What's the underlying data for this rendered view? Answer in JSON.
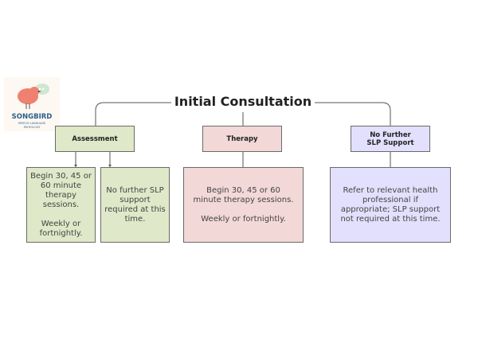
{
  "logo": {
    "name": "SONGBIRD",
    "tagline": "SPEECH LANGUAGE PATHOLOGY"
  },
  "title": "Initial Consultation",
  "branches": [
    {
      "label": "Assessment",
      "color": "#dfe8c8",
      "outcomes": [
        "Begin 30, 45 or 60 minute therapy sessions.\n\nWeekly or fortnightly.",
        "No further SLP support required at this time."
      ]
    },
    {
      "label": "Therapy",
      "color": "#f2d8d7",
      "outcomes": [
        "Begin 30, 45 or 60 minute therapy sessions.\n\nWeekly or fortnightly."
      ]
    },
    {
      "label": "No Further SLP Support",
      "color": "#e2e0fc",
      "outcomes": [
        "Refer to relevant health professional if appropriate; SLP support not required at this time."
      ]
    }
  ]
}
